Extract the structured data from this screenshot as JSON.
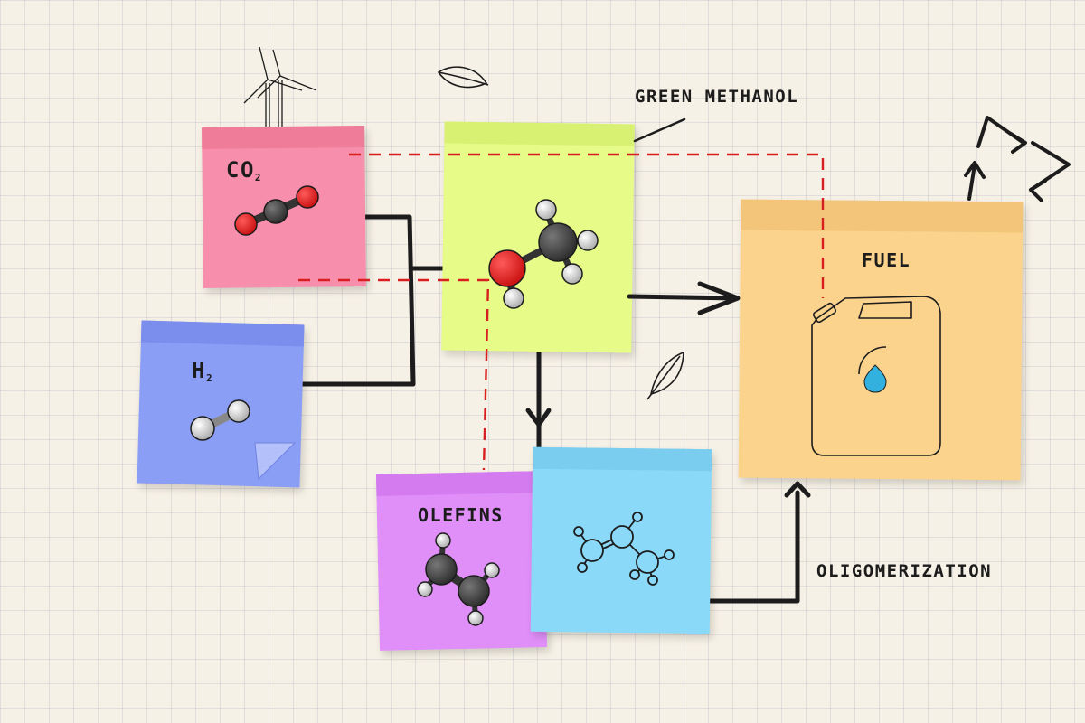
{
  "notes": {
    "co2": {
      "label": "CO",
      "sub": "2",
      "color": "#f78fac",
      "band": "#ef7d9a"
    },
    "h2": {
      "label": "H",
      "sub": "2",
      "color": "#8b9ef5",
      "band": "#7b8ded"
    },
    "methanol": {
      "color": "#e6fb88",
      "band": "#d8f173"
    },
    "fuel": {
      "label": "FUEL",
      "color": "#fbd38c",
      "band": "#f3c57a"
    },
    "olefins": {
      "label": "OLEFINS",
      "color": "#e08ff8",
      "band": "#d47cef"
    },
    "oligomer": {
      "color": "#8ad9f8",
      "band": "#7bcdf0"
    }
  },
  "annotations": {
    "green_methanol": "GREEN METHANOL",
    "oligomerization": "OLIGOMERIZATION"
  },
  "icons": [
    "wind-turbine-icon",
    "leaf-icon",
    "recycle-icon",
    "fuel-canister-icon",
    "water-drop-icon",
    "co2-molecule-icon",
    "h2-molecule-icon",
    "methanol-molecule-icon",
    "ethylene-molecule-icon",
    "propylene-molecule-icon"
  ],
  "colors": {
    "ink": "#1c1c1c",
    "dashed_path": "#d81e1e"
  }
}
